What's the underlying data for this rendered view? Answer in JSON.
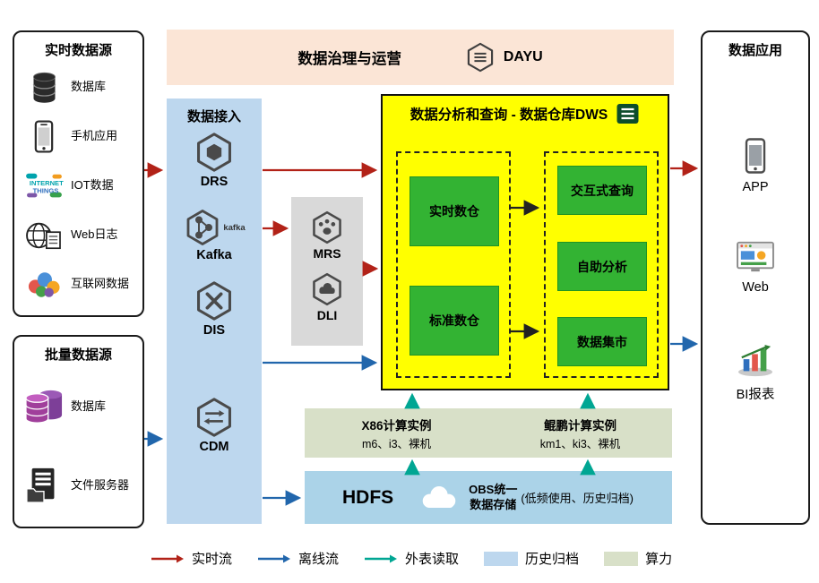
{
  "realtime_sources": {
    "title": "实时数据源",
    "items": [
      {
        "label": "数据库",
        "icon": "database-icon"
      },
      {
        "label": "手机应用",
        "icon": "mobile-phone-icon"
      },
      {
        "label": "IOT数据",
        "icon": "iot-icon",
        "icon_text1": "INTERNET",
        "icon_text2": "THINGS"
      },
      {
        "label": "Web日志",
        "icon": "web-globe-icon"
      },
      {
        "label": "互联网数据",
        "icon": "internet-data-icon"
      }
    ]
  },
  "batch_sources": {
    "title": "批量数据源",
    "items": [
      {
        "label": "数据库",
        "icon": "purple-database-icon"
      },
      {
        "label": "文件服务器",
        "icon": "file-server-icon"
      }
    ]
  },
  "governance": {
    "title": "数据治理与运营",
    "product": "DAYU"
  },
  "ingestion": {
    "title": "数据接入",
    "items": [
      {
        "label": "DRS"
      },
      {
        "label": "Kafka",
        "badge": "kafka"
      },
      {
        "label": "DIS"
      },
      {
        "label": "CDM"
      }
    ]
  },
  "processing": {
    "items": [
      {
        "label": "MRS"
      },
      {
        "label": "DLI"
      }
    ]
  },
  "dws": {
    "title": "数据分析和查询 - 数据仓库DWS",
    "warehouses": [
      {
        "label": "实时数仓"
      },
      {
        "label": "标准数仓"
      }
    ],
    "services": [
      {
        "label": "交互式查询"
      },
      {
        "label": "自助分析"
      },
      {
        "label": "数据集市"
      }
    ]
  },
  "compute": {
    "groups": [
      {
        "title": "X86计算实例",
        "subtitle": "m6、i3、裸机"
      },
      {
        "title": "鲲鹏计算实例",
        "subtitle": "km1、ki3、裸机"
      }
    ]
  },
  "storage": {
    "hdfs_label": "HDFS",
    "obs_line1": "OBS统一",
    "obs_line2": "数据存储",
    "obs_note": "(低频使用、历史归档)"
  },
  "applications": {
    "title": "数据应用",
    "items": [
      {
        "label": "APP",
        "icon": "app-phone-icon"
      },
      {
        "label": "Web",
        "icon": "web-browser-icon"
      },
      {
        "label": "BI报表",
        "icon": "bi-report-icon"
      }
    ]
  },
  "legend": {
    "items": [
      {
        "label": "实时流",
        "type": "arrow",
        "color": "#b22218"
      },
      {
        "label": "离线流",
        "type": "arrow",
        "color": "#2166ac"
      },
      {
        "label": "外表读取",
        "type": "arrow",
        "color": "#00a693"
      },
      {
        "label": "历史归档",
        "type": "swatch",
        "color": "#bdd7ee"
      },
      {
        "label": "算力",
        "type": "swatch",
        "color": "#d8e0c8"
      }
    ]
  },
  "colors": {
    "realtime_flow": "#b22218",
    "offline_flow": "#2166ac",
    "external_read": "#00a693",
    "dws_background": "#ffff00",
    "module_green": "#33b333",
    "ingestion_background": "#bdd7ee",
    "governance_background": "#fbe5d6",
    "processing_background": "#d9d9d9",
    "compute_background": "#d8e0c8",
    "storage_background": "#abd3e8"
  }
}
